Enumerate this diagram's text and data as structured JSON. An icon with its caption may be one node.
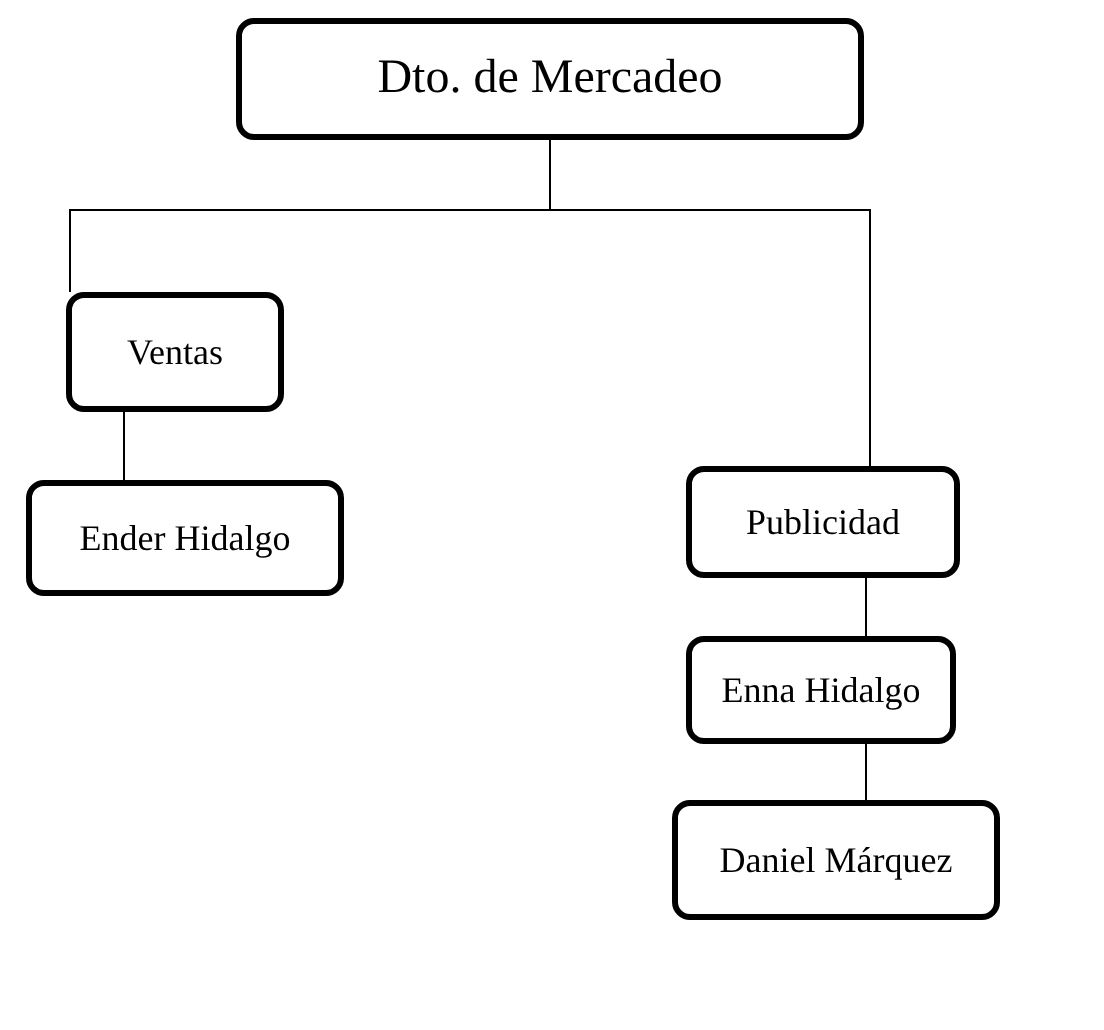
{
  "diagram": {
    "nodes": [
      {
        "text": [
          "Dto. de Mercadeo"
        ]
      },
      {
        "text": [
          "Ventas"
        ]
      },
      {
        "text": [
          "Ender Hidalgo"
        ]
      },
      {
        "text": [
          "Publicidad"
        ]
      },
      {
        "text": [
          "Enna Hidalgo"
        ]
      },
      {
        "text": [
          "Daniel Márquez"
        ]
      }
    ],
    "edges": [
      {
        "from": 0,
        "to": 1,
        "arrow": "none"
      },
      {
        "from": 0,
        "to": 3,
        "arrow": "none"
      },
      {
        "from": 1,
        "to": 2,
        "arrow": "none"
      },
      {
        "from": 3,
        "to": 4,
        "arrow": "none"
      },
      {
        "from": 4,
        "to": 5,
        "arrow": "none"
      }
    ]
  }
}
